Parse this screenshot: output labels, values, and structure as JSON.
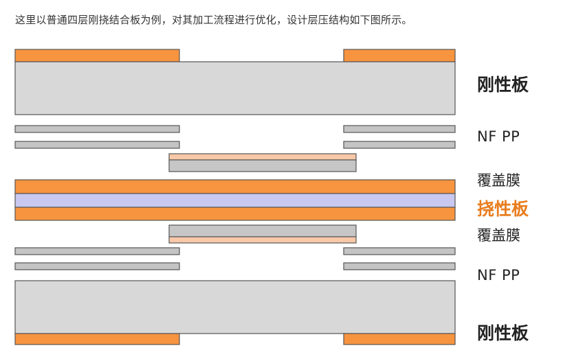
{
  "caption": "这里以普通四层刚挠结合板为例，对其加工流程进行优化，设计层压结构如下图所示。",
  "labels": {
    "rigid_top": "刚性板",
    "nfpp_top": "NF PP",
    "coverlay_top": "覆盖膜",
    "flex": "挠性板",
    "coverlay_bottom": "覆盖膜",
    "nfpp_bottom": "NF PP",
    "rigid_bottom": "刚性板"
  },
  "colors": {
    "copper": "#f7943f",
    "core": "#d8d8d8",
    "nfpp": "#c4c4c4",
    "coverlay_film": "#c6c6c6",
    "coverlay_adhesive": "#f8c8a8",
    "flex_core": "#c8c8f0",
    "flex_label": "#e87d1e",
    "outline": "#555555"
  }
}
